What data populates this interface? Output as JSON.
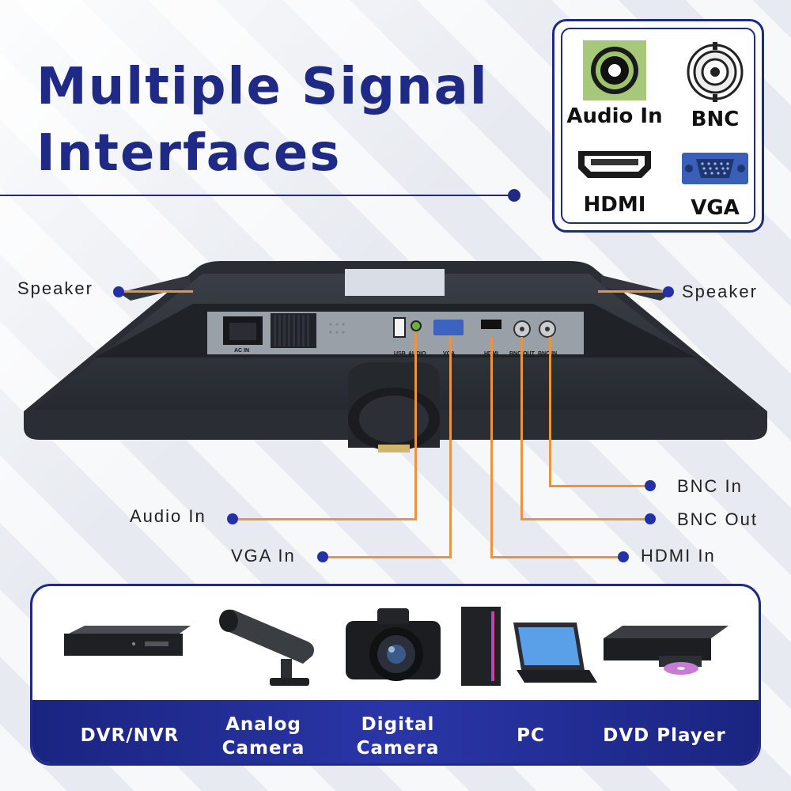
{
  "title": {
    "line1": "Multiple Signal",
    "line2": "Interfaces"
  },
  "legend": {
    "items": [
      {
        "label": "Audio In",
        "icon": "audio-jack-icon"
      },
      {
        "label": "BNC",
        "icon": "bnc-connector-icon"
      },
      {
        "label": "HDMI",
        "icon": "hdmi-port-icon"
      },
      {
        "label": "VGA",
        "icon": "vga-port-icon"
      }
    ]
  },
  "monitor": {
    "port_labels": [
      "AC IN",
      "USB",
      "AUDIO",
      "VGA",
      "HDMI",
      "BNC OUT",
      "BNC IN"
    ]
  },
  "callouts": {
    "speaker_left": "Speaker",
    "speaker_right": "Speaker",
    "audio_in": "Audio In",
    "vga_in": "VGA In",
    "bnc_in": "BNC In",
    "bnc_out": "BNC Out",
    "hdmi_in": "HDMI In"
  },
  "colors": {
    "brand_blue": "#1e2a86",
    "dot_blue": "#2430a8",
    "lead_orange": "#ea9440"
  },
  "devices": [
    {
      "label_line1": "DVR/NVR",
      "label_line2": "",
      "icon": "dvr-recorder-icon"
    },
    {
      "label_line1": "Analog",
      "label_line2": "Camera",
      "icon": "cctv-camera-icon"
    },
    {
      "label_line1": "Digital",
      "label_line2": "Camera",
      "icon": "dslr-camera-icon"
    },
    {
      "label_line1": "PC",
      "label_line2": "",
      "icon": "desktop-laptop-icon"
    },
    {
      "label_line1": "DVD Player",
      "label_line2": "",
      "icon": "dvd-player-icon"
    }
  ]
}
